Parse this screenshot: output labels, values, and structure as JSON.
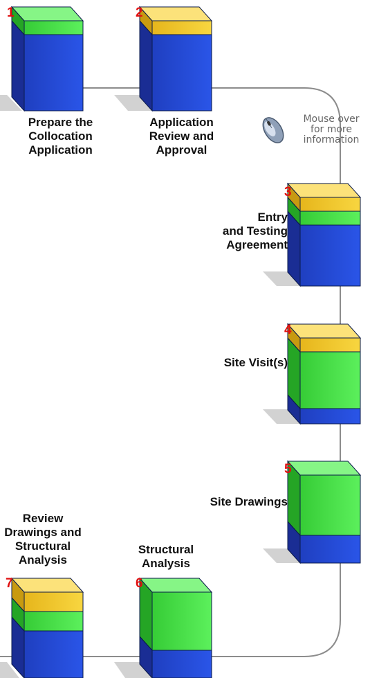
{
  "hint": {
    "line1": "Mouse over",
    "line2": "for more",
    "line3": "information",
    "icon": "mouse-icon"
  },
  "colors": {
    "blue": "#2244cc",
    "green": "#44dd44",
    "yellow": "#f4cc22",
    "number": "#e01010",
    "connector": "#8c8c8c"
  },
  "steps": [
    {
      "number": "1",
      "lines": [
        "Prepare the",
        "Collocation",
        "Application"
      ],
      "segments": [
        "blue",
        "green"
      ]
    },
    {
      "number": "2",
      "lines": [
        "Application",
        "Review and",
        "Approval"
      ],
      "segments": [
        "blue",
        "yellow"
      ]
    },
    {
      "number": "3",
      "lines": [
        "Entry",
        "and Testing",
        "Agreement"
      ],
      "segments": [
        "blue",
        "green",
        "yellow"
      ]
    },
    {
      "number": "4",
      "lines": [
        "Site Visit(s)"
      ],
      "segments": [
        "blue",
        "green",
        "yellow"
      ]
    },
    {
      "number": "5",
      "lines": [
        "Site Drawings"
      ],
      "segments": [
        "blue",
        "green"
      ]
    },
    {
      "number": "6",
      "lines": [
        "Structural",
        "Analysis"
      ],
      "segments": [
        "blue",
        "green"
      ]
    },
    {
      "number": "7",
      "lines": [
        "Review",
        "Drawings and",
        "Structural",
        "Analysis"
      ],
      "segments": [
        "blue",
        "green",
        "yellow"
      ]
    }
  ]
}
